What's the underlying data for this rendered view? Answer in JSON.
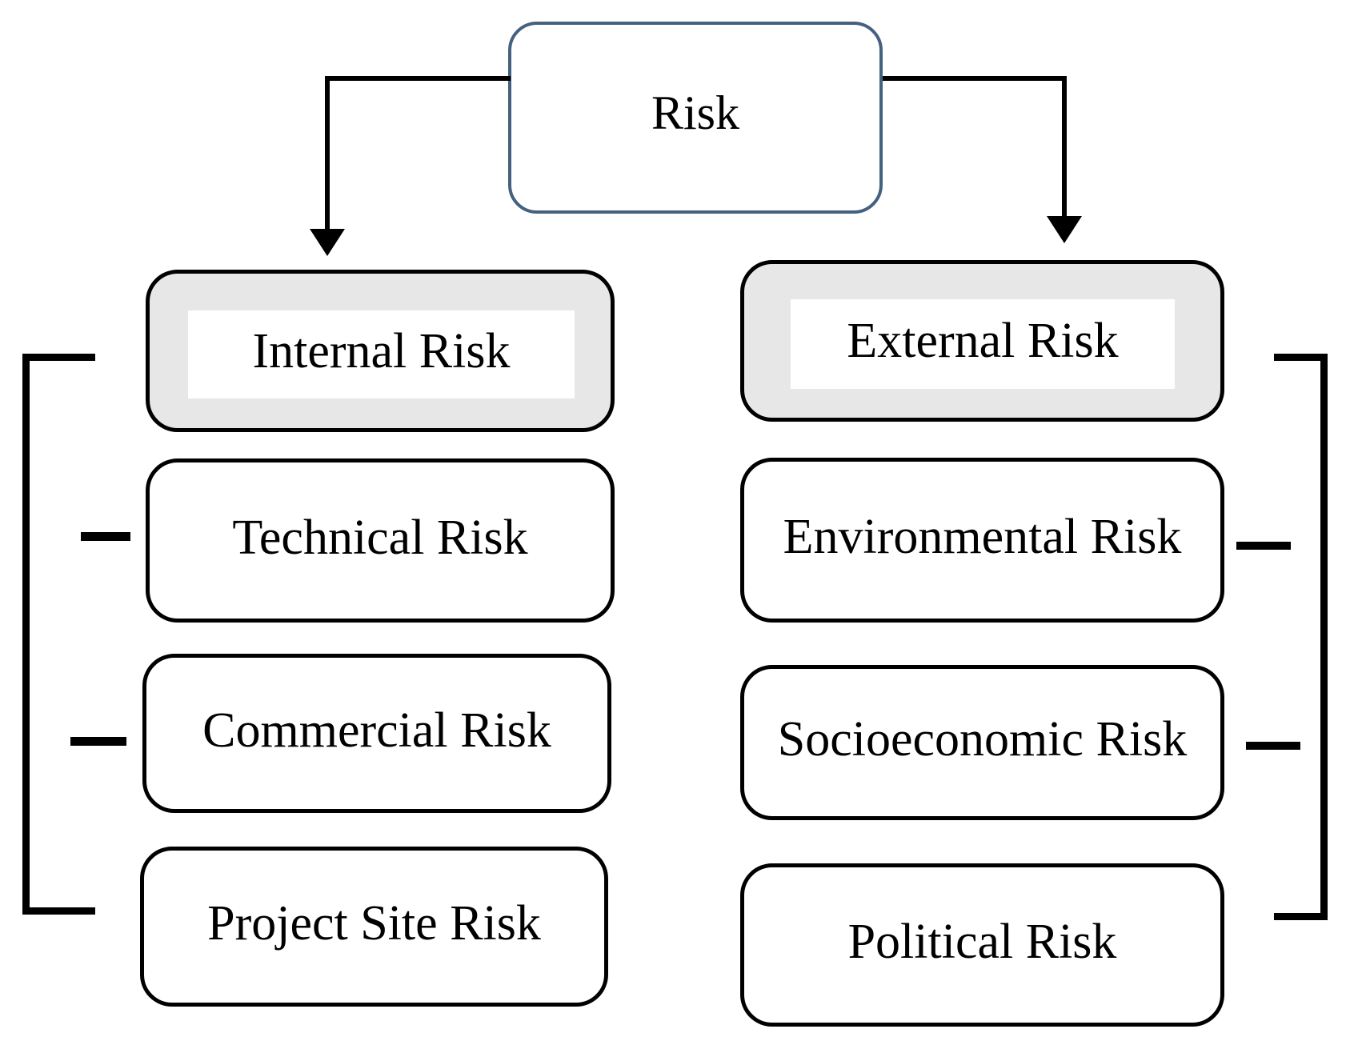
{
  "root": {
    "label": "Risk"
  },
  "left": {
    "header": "Internal Risk",
    "items": [
      "Technical Risk",
      "Commercial Risk",
      "Project Site Risk"
    ]
  },
  "right": {
    "header": "External Risk",
    "items": [
      "Environmental Risk",
      "Socioeconomic Risk",
      "Political Risk"
    ]
  },
  "colors": {
    "root_border": "#44617e",
    "category_fill": "#e7e7e7",
    "box_border": "#000000",
    "connector": "#000000",
    "text": "#000000",
    "background": "#ffffff"
  }
}
